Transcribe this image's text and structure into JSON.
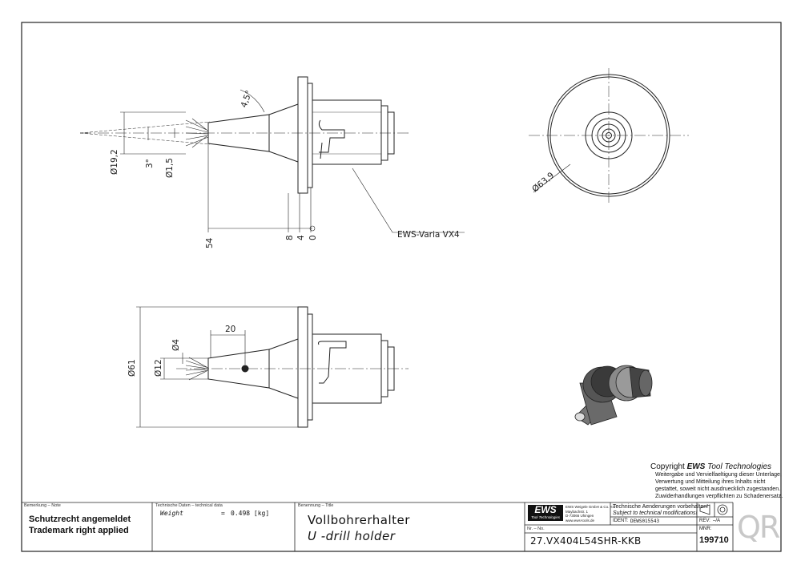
{
  "drawing": {
    "dims": {
      "angle_top": "4,5°",
      "dia_19_2": "Ø19,2",
      "angle_3": "3°",
      "dia_1_5": "Ø1,5",
      "len_54": "54",
      "len_8": "8",
      "len_4": "4",
      "len_0": "0",
      "callout": "EWS-Varia VX4",
      "dia_63_9": "Ø63,9",
      "len_20": "20",
      "dia_4": "Ø4",
      "dia_12": "Ø12",
      "dia_61": "Ø61"
    }
  },
  "copyright": {
    "prefix": "Copyright ",
    "brand": "EWS",
    "brand_rest": " Tool Technologies",
    "lines": [
      "Weitergabe und Vervielfaeltigung dieser Unterlage,",
      "Verwertung und Mitteilung ihres Inhalts nicht",
      "gestattet, soweit nicht ausdruecklich zugestanden.",
      "Zuwiderhandlungen verpflichten zu Schadenersatz."
    ]
  },
  "titleblock": {
    "note_label": "Bemerkung – Note",
    "note_line1": "Schutzrecht angemeldet",
    "note_line2": "Trademark right applied",
    "tech_label": "Technische Daten – technical data",
    "weight_label": "Weight",
    "weight_eq": "=",
    "weight_value": "0.498 [kg]",
    "title_label": "Benennung – Title",
    "title_de": "Vollbohrerhalter",
    "title_en": "U -drill holder",
    "logo": "EWS",
    "logo_sub": "Tool Technologies",
    "company_lines": [
      "EWS Weigele GmbH & Co. KG",
      "Maybachstr. 1",
      "D-73066 Uhingen",
      "www.ews-tools.de"
    ],
    "notice_de": "Technische Aenderungen vorbehalten!",
    "notice_en": "Subject to technical modifications!",
    "ident_label": "IDENT:",
    "ident_value": "DEWS015543",
    "rev_label": "REV:",
    "rev_value": "–/A",
    "nr_label": "Nr. – No.",
    "part_no": "27.VX404L54SHR-KKB",
    "mnr_label": "MNR:",
    "mnr_value": "199710",
    "qr": "QR"
  }
}
